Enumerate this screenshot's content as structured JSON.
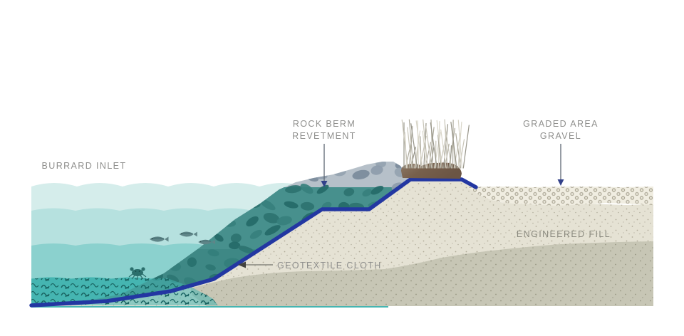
{
  "diagram": {
    "type": "shoreline-revetment-cross-section",
    "labels": {
      "water_body": "BURRARD INLET",
      "rock_berm_line1": "ROCK BERM",
      "rock_berm_line2": "REVETMENT",
      "graded_area_line1": "GRADED AREA",
      "graded_area_line2": "GRAVEL",
      "geotextile": "GEOTEXTILE CLOTH",
      "engineered_fill": "ENGINEERED FILL"
    },
    "annotations": [
      {
        "label": "ROCK BERM REVETMENT",
        "arrow": "down",
        "points_to": "rock-berm"
      },
      {
        "label": "GRADED AREA GRAVEL",
        "arrow": "down",
        "points_to": "gravel-layer"
      },
      {
        "label": "GEOTEXTILE CLOTH",
        "arrow": "left",
        "points_to": "geotextile-line"
      }
    ],
    "scene": {
      "fish_count": 3,
      "crab_count": 1,
      "has_dune_grass": true,
      "has_eelgrass_bed": true
    },
    "colors": {
      "water_band_1": "#d5edeb",
      "water_band_2": "#b6e1df",
      "water_band_3": "#8bd1ce",
      "water_band_4": "#46b5b1",
      "eelgrass_stroke": "#1a6360",
      "rock_above_water": "#8e9cab",
      "rock_below_water": "#2e7370",
      "berm_base_above": "#b6c0c9",
      "berm_base_below": "#47908d",
      "geotextile_blue": "#2337a2",
      "fill_light": "#e5e2d4",
      "fill_dark": "#c7c6b5",
      "gravel_bg": "#f0ede1",
      "gravel_ring": "#b0ab99",
      "soil_mound_light": "#8d7966",
      "soil_mound_dark": "#6b5544",
      "label_gray": "#8f8f8d"
    }
  }
}
